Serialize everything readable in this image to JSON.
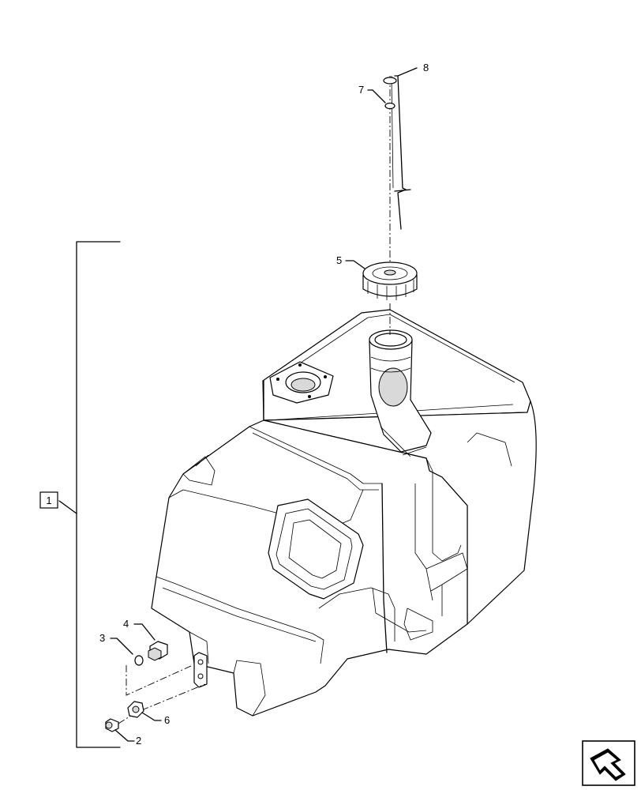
{
  "callouts": {
    "assembly": "1",
    "drain_plug": "2",
    "o_ring": "3",
    "fitting": "4",
    "filler_cap": "5",
    "nut": "6",
    "ring": "7",
    "dipstick": "8"
  },
  "icons": {
    "navigation": "next-page-arrow-icon"
  }
}
